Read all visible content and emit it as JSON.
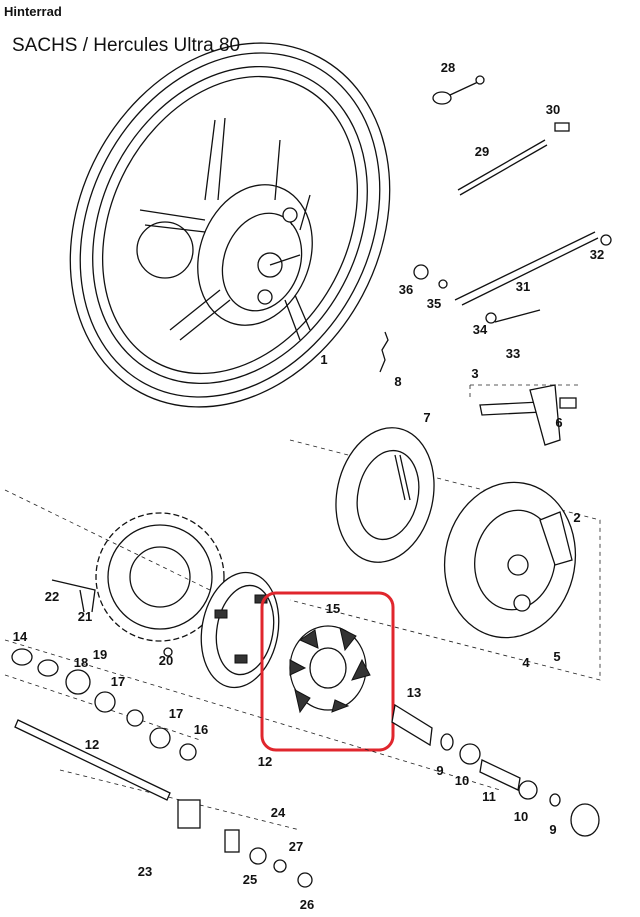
{
  "header": {
    "title": "Hinterrad",
    "subtitle": "SACHS / Hercules Ultra 80"
  },
  "highlight": {
    "color": "#e0262d",
    "part": "15"
  },
  "labels": [
    "28",
    "30",
    "29",
    "32",
    "31",
    "36",
    "35",
    "34",
    "33",
    "1",
    "8",
    "3",
    "6",
    "7",
    "2",
    "22",
    "21",
    "19",
    "20",
    "15",
    "14",
    "18",
    "17",
    "17",
    "16",
    "12",
    "13",
    "4",
    "5",
    "12",
    "9",
    "10",
    "11",
    "10",
    "9",
    "24",
    "27",
    "23",
    "25",
    "26"
  ]
}
